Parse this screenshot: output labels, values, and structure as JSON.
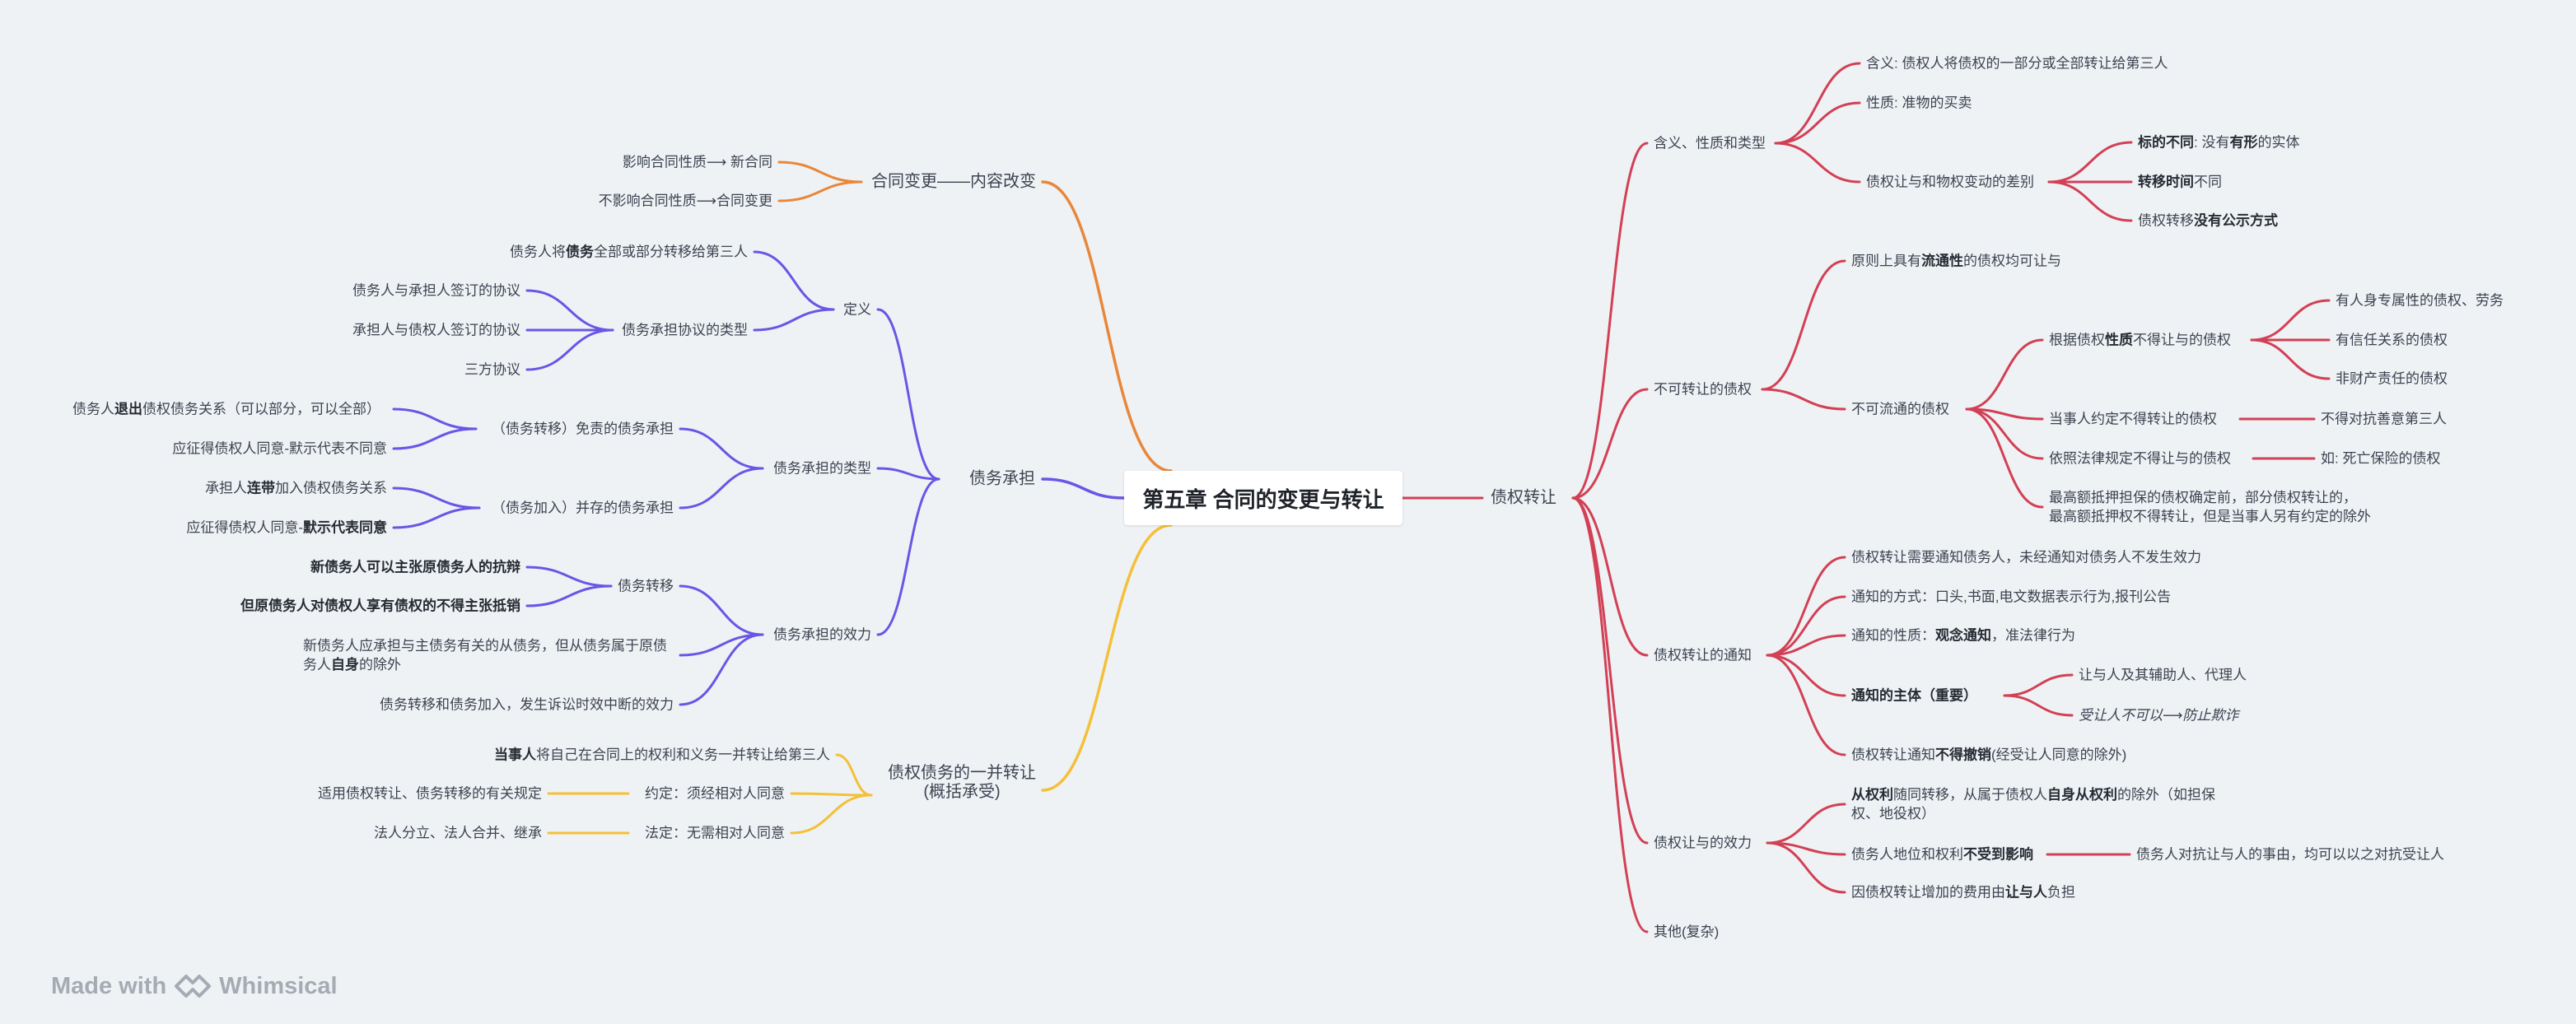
{
  "root": "第五章 合同的变更与转让",
  "branch_colors": {
    "orange": "#e8873a",
    "purple": "#6b55e6",
    "yellow": "#f4c03a",
    "red": "#d24055"
  },
  "footer": {
    "made_with": "Made with",
    "brand": "Whimsical"
  },
  "left": {
    "change": {
      "label": "合同变更——内容改变",
      "items": [
        "影响合同性质⟶ 新合同",
        "不影响合同性质⟶合同变更"
      ]
    },
    "assume": {
      "label": "债务承担",
      "def": {
        "label": "定义",
        "item": [
          "债务人将",
          "债务",
          "全部或部分转移给第三人"
        ],
        "types": {
          "label": "债务承担协议的类型",
          "items": [
            "债务人与承担人签订的协议",
            "承担人与债权人签订的协议",
            "三方协议"
          ]
        }
      },
      "kinds": {
        "label": "债务承担的类型",
        "free": {
          "label": "（债务转移）免责的债务承担",
          "i1": [
            "债务人",
            "退出",
            "债权债务关系（可以部分，可以全部）"
          ],
          "i2": "应征得债权人同意-默示代表不同意"
        },
        "join": {
          "label": "（债务加入）并存的债务承担",
          "i1": [
            "承担人",
            "连带",
            "加入债权债务关系"
          ],
          "i2": [
            "应征得债权人同意-",
            "默示代表同意"
          ]
        }
      },
      "effect": {
        "label": "债务承担的效力",
        "transfer": {
          "label": "债务转移",
          "i1": "新债务人可以主张原债务人的抗辩",
          "i2": "但原债务人对债权人享有债权的不得主张抵销"
        },
        "new": [
          "新债务人应承担与主债务有关的从债务，但从债务属于原债务人",
          "自身",
          "的除外"
        ],
        "interrupt": "债务转移和债务加入，发生诉讼时效中断的效力"
      }
    },
    "whole": {
      "label": "债权债务的一并转让",
      "label2": "(概括承受)",
      "i1": [
        "当事人",
        "将自己在合同上的权利和义务一并转让给第三人"
      ],
      "agree": {
        "label": "约定：须经相对人同意",
        "item": "适用债权转让、债务转移的有关规定"
      },
      "legal": {
        "label": "法定：无需相对人同意",
        "item": "法人分立、法人合并、继承"
      }
    }
  },
  "right": {
    "label": "债权转让",
    "meaning": {
      "label": "含义、性质和类型",
      "i1": "含义: 债权人将债权的一部分或全部转让给第三人",
      "i2": "性质: 准物的买卖",
      "diff": {
        "label": "债权让与和物权变动的差别",
        "a": [
          "标的不同",
          ": 没有",
          "有形",
          "的实体"
        ],
        "b": [
          "转移时间",
          "不同"
        ],
        "c": [
          "债权转移",
          "没有公示方式"
        ]
      }
    },
    "nontransfer": {
      "label": "不可转让的债权",
      "i1": [
        "原则上具有",
        "流通性",
        "的债权均可让与"
      ],
      "nc": {
        "label": "不可流通的债权",
        "nature": {
          "label": [
            "根据债权",
            "性质",
            "不得让与的债权"
          ],
          "items": [
            "有人身专属性的债权、劳务",
            "有信任关系的债权",
            "非财产责任的债权"
          ]
        },
        "agreed": {
          "label": "当事人约定不得转让的债权",
          "item": "不得对抗善意第三人"
        },
        "law": {
          "label": "依照法律规定不得让与的债权",
          "item": "如: 死亡保险的债权"
        },
        "max": [
          "最高额抵押担保的债权确定前，部分债权转让的，",
          "最高额抵押权不得转让，但是当事人另有约定的除外"
        ]
      }
    },
    "notice": {
      "label": "债权转让的通知",
      "i1": "债权转让需要通知债务人，未经通知对债务人不发生效力",
      "i2": "通知的方式：口头,书面,电文数据表示行为,报刊公告",
      "i3": [
        "通知的性质：",
        "观念通知",
        "，准法律行为"
      ],
      "subject": {
        "label": "通知的主体（重要）",
        "a": "让与人及其辅助人、代理人",
        "b": "受让人不可以⟶防止欺诈"
      },
      "i5": [
        "债权转让通知",
        "不得撤销",
        "(经受让人同意的除外)"
      ]
    },
    "effect": {
      "label": "债权让与的效力",
      "i1": [
        "从权利",
        "随同转移，从属于债权人",
        "自身从权利",
        "的除外（如担保权、地役权）"
      ],
      "i2": {
        "label": [
          "债务人地位和权利",
          "不受到影响"
        ],
        "item": "债务人对抗让与人的事由，均可以以之对抗受让人"
      },
      "i3": [
        "因债权转让增加的费用由",
        "让与人",
        "负担"
      ]
    },
    "other": "其他(复杂)"
  }
}
